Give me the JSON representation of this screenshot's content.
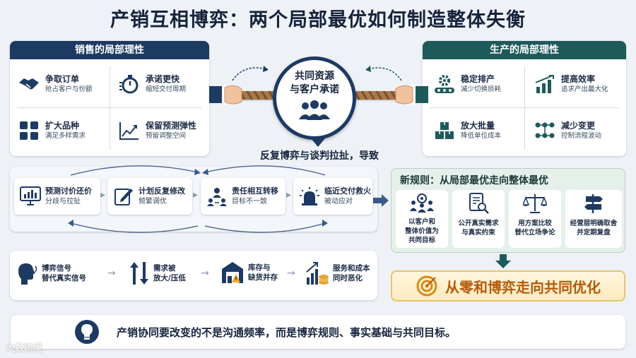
{
  "title": "产销互相博弈：两个局部最优如何制造整体失衡",
  "sales_panel": {
    "heading": "销售的局部理性",
    "cards": [
      {
        "title": "争取订单",
        "desc": "抢占客户与份额",
        "icon": "handshake-icon"
      },
      {
        "title": "承诺更快",
        "desc": "缩短交付周期",
        "icon": "stopwatch-icon"
      },
      {
        "title": "扩大品种",
        "desc": "满足多样需求",
        "icon": "grid-icon"
      },
      {
        "title": "保留预测弹性",
        "desc": "预留调整空间",
        "icon": "trend-chart-icon"
      }
    ]
  },
  "production_panel": {
    "heading": "生产的局部理性",
    "cards": [
      {
        "title": "稳定排产",
        "desc": "减少切换损耗",
        "icon": "gear-conveyor-icon"
      },
      {
        "title": "提高效率",
        "desc": "追求产出最大化",
        "icon": "bar-growth-icon"
      },
      {
        "title": "放大批量",
        "desc": "降低单位成本",
        "icon": "boxes-icon"
      },
      {
        "title": "减少变更",
        "desc": "控制流程波动",
        "icon": "flow-control-icon"
      }
    ]
  },
  "center": {
    "line1": "共同资源",
    "line2": "与客户承诺",
    "caption": "反复博弈与谈判拉扯，导致"
  },
  "process_steps": [
    {
      "title": "预测讨价还价",
      "desc": "分歧与拉扯",
      "icon": "monitor-chart-icon"
    },
    {
      "title": "计划反复修改",
      "desc": "频繁调优",
      "icon": "edit-icon"
    },
    {
      "title": "责任相互转移",
      "desc": "目标不一致",
      "icon": "team-transfer-icon"
    },
    {
      "title": "临近交付救火",
      "desc": "被动应对",
      "icon": "alarm-icon"
    }
  ],
  "effects": [
    {
      "line1": "博弈信号",
      "line2": "替代真实信号",
      "icon": "speaking-head-icon"
    },
    {
      "line1": "需求被",
      "line2": "放大/压低",
      "icon": "up-down-arrows-icon"
    },
    {
      "line1": "库存与",
      "line2": "缺货并存",
      "icon": "warehouse-icon"
    },
    {
      "line1": "服务和成本",
      "line2": "同时恶化",
      "icon": "cost-coins-icon"
    }
  ],
  "new_rules": {
    "heading": "新规则：从局部最优走向整体最优",
    "items": [
      {
        "lines": [
          "以客户和",
          "整体价值为",
          "共同目标"
        ],
        "icon": "target-team-icon"
      },
      {
        "lines": [
          "公开真实需求",
          "与真实约束"
        ],
        "icon": "document-search-icon"
      },
      {
        "lines": [
          "用方案比较",
          "替代立场争论"
        ],
        "icon": "scale-icon"
      },
      {
        "lines": [
          "经营层明确取舍",
          "并定期复盘"
        ],
        "icon": "signpost-icon"
      }
    ]
  },
  "goal": {
    "text": "从零和博弈走向共同优化",
    "icon": "target-icon"
  },
  "bottom_note": {
    "text": "产销协同要改变的不是沟通频率，而是博弈规则、事实基础与共同目标。",
    "icon": "lightbulb-icon"
  },
  "watermark": "大数跨境",
  "colors": {
    "navy": "#1d3a63",
    "teal": "#1f5a5b",
    "accent_orange": "#b25a0a",
    "goal_border": "#e8c46b"
  }
}
